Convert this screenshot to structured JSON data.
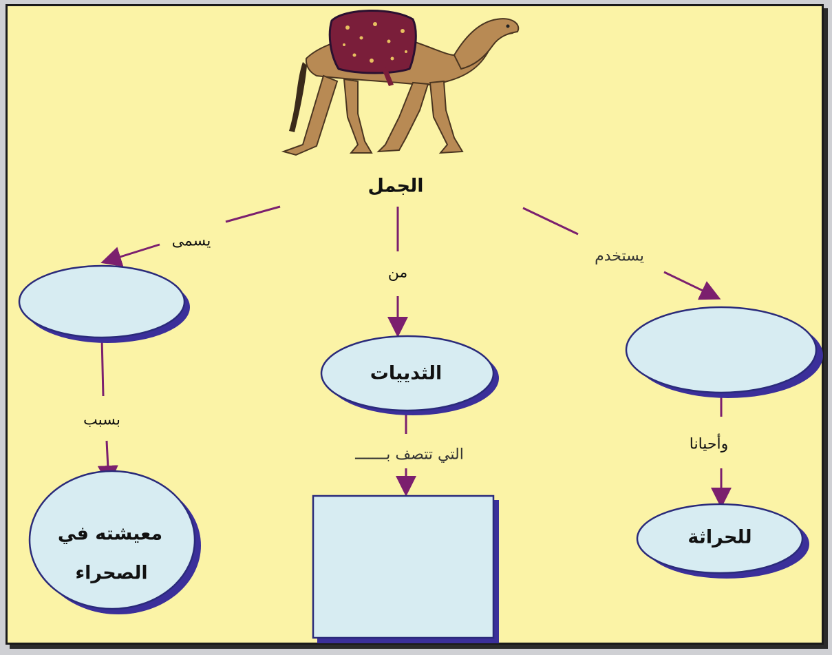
{
  "concept_map": {
    "root": {
      "label": "الجمل",
      "image": "camel-illustration"
    },
    "links": {
      "left": "يسمى",
      "center": "من",
      "right": "يستخدم",
      "left_down": "بسبب",
      "center_down": "التي تتصف بـــــــ",
      "right_down": "وأحيانا"
    },
    "nodes": {
      "left_top": "",
      "center_top": "الثدييات",
      "right_top": "",
      "left_bottom_line1": "معيشته    في",
      "left_bottom_line2": "الصحراء",
      "center_bottom": "",
      "right_bottom": "للحراثة"
    }
  },
  "colors": {
    "background": "#fbf3a6",
    "node_fill": "#d7ecf2",
    "node_border": "#2a2a7a",
    "node_shadow": "#3b2f9a",
    "arrow": "#7b1f6e"
  }
}
